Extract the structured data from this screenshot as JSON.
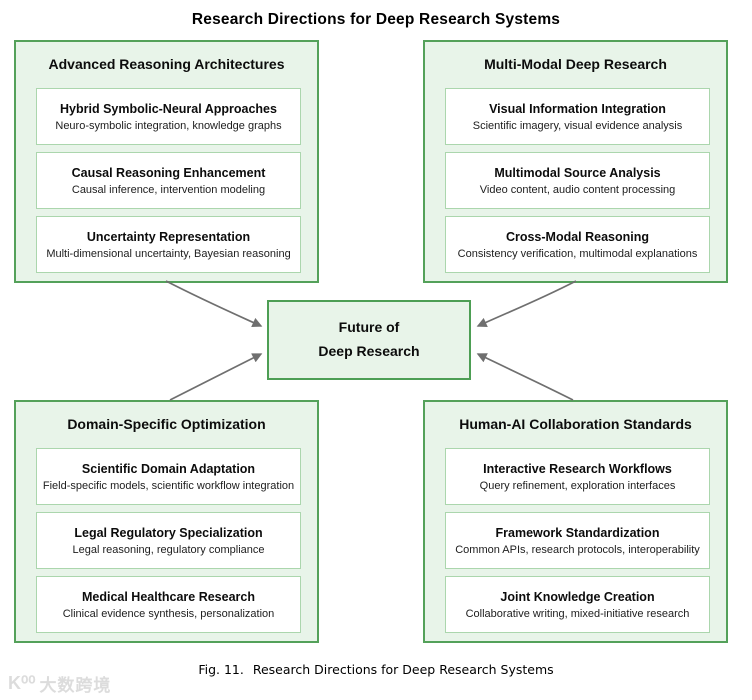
{
  "page": {
    "title": "Research Directions for Deep Research Systems"
  },
  "center_node": {
    "line1": "Future of",
    "line2": "Deep Research"
  },
  "quadrants": [
    {
      "title": "Advanced Reasoning Architectures",
      "items": [
        {
          "title": "Hybrid Symbolic-Neural Approaches",
          "subtitle": "Neuro-symbolic integration, knowledge graphs"
        },
        {
          "title": "Causal Reasoning Enhancement",
          "subtitle": "Causal inference, intervention modeling"
        },
        {
          "title": "Uncertainty Representation",
          "subtitle": "Multi-dimensional uncertainty, Bayesian reasoning"
        }
      ]
    },
    {
      "title": "Multi-Modal Deep Research",
      "items": [
        {
          "title": "Visual Information Integration",
          "subtitle": "Scientific imagery, visual evidence analysis"
        },
        {
          "title": "Multimodal Source Analysis",
          "subtitle": "Video content, audio content processing"
        },
        {
          "title": "Cross-Modal Reasoning",
          "subtitle": "Consistency verification, multimodal explanations"
        }
      ]
    },
    {
      "title": "Domain-Specific Optimization",
      "items": [
        {
          "title": "Scientific Domain Adaptation",
          "subtitle": "Field-specific models, scientific workflow integration"
        },
        {
          "title": "Legal Regulatory Specialization",
          "subtitle": "Legal reasoning, regulatory compliance"
        },
        {
          "title": "Medical Healthcare Research",
          "subtitle": "Clinical evidence synthesis, personalization"
        }
      ]
    },
    {
      "title": "Human-AI Collaboration Standards",
      "items": [
        {
          "title": "Interactive Research Workflows",
          "subtitle": "Query refinement, exploration interfaces"
        },
        {
          "title": "Framework Standardization",
          "subtitle": "Common APIs, research protocols, interoperability"
        },
        {
          "title": "Joint Knowledge Creation",
          "subtitle": "Collaborative writing, mixed-initiative research"
        }
      ]
    }
  ],
  "caption": {
    "label": "Fig. 11.",
    "text": "Research Directions for Deep Research Systems"
  },
  "watermark": {
    "logo": "K⁰⁰",
    "text": "大数跨境"
  },
  "colors": {
    "quadrant_fill": "#e8f4e9",
    "quadrant_border": "#54a15a",
    "item_border": "#abd6ad",
    "center_border": "#4d9e54",
    "arrow": "#6f6f6f",
    "watermark": "#dcdcdc"
  }
}
